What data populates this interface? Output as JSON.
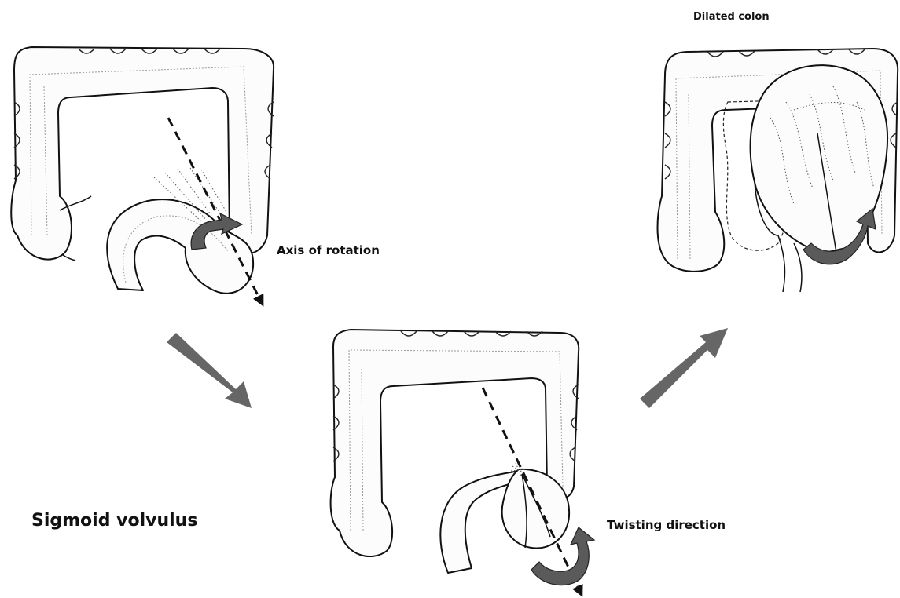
{
  "title": "Sigmoid volvulus",
  "labels": {
    "axis_of_rotation": "Axis of rotation",
    "twisting_direction": "Twisting direction",
    "dilated_colon": "Dilated colon"
  },
  "colors": {
    "outline": "#111111",
    "flow_arrow": "#666666",
    "twist_arrow": "#5a5a5a",
    "background": "#ffffff"
  },
  "stages": [
    "normal-sigmoid-colon",
    "twisted-sigmoid-colon",
    "dilated-colon"
  ]
}
